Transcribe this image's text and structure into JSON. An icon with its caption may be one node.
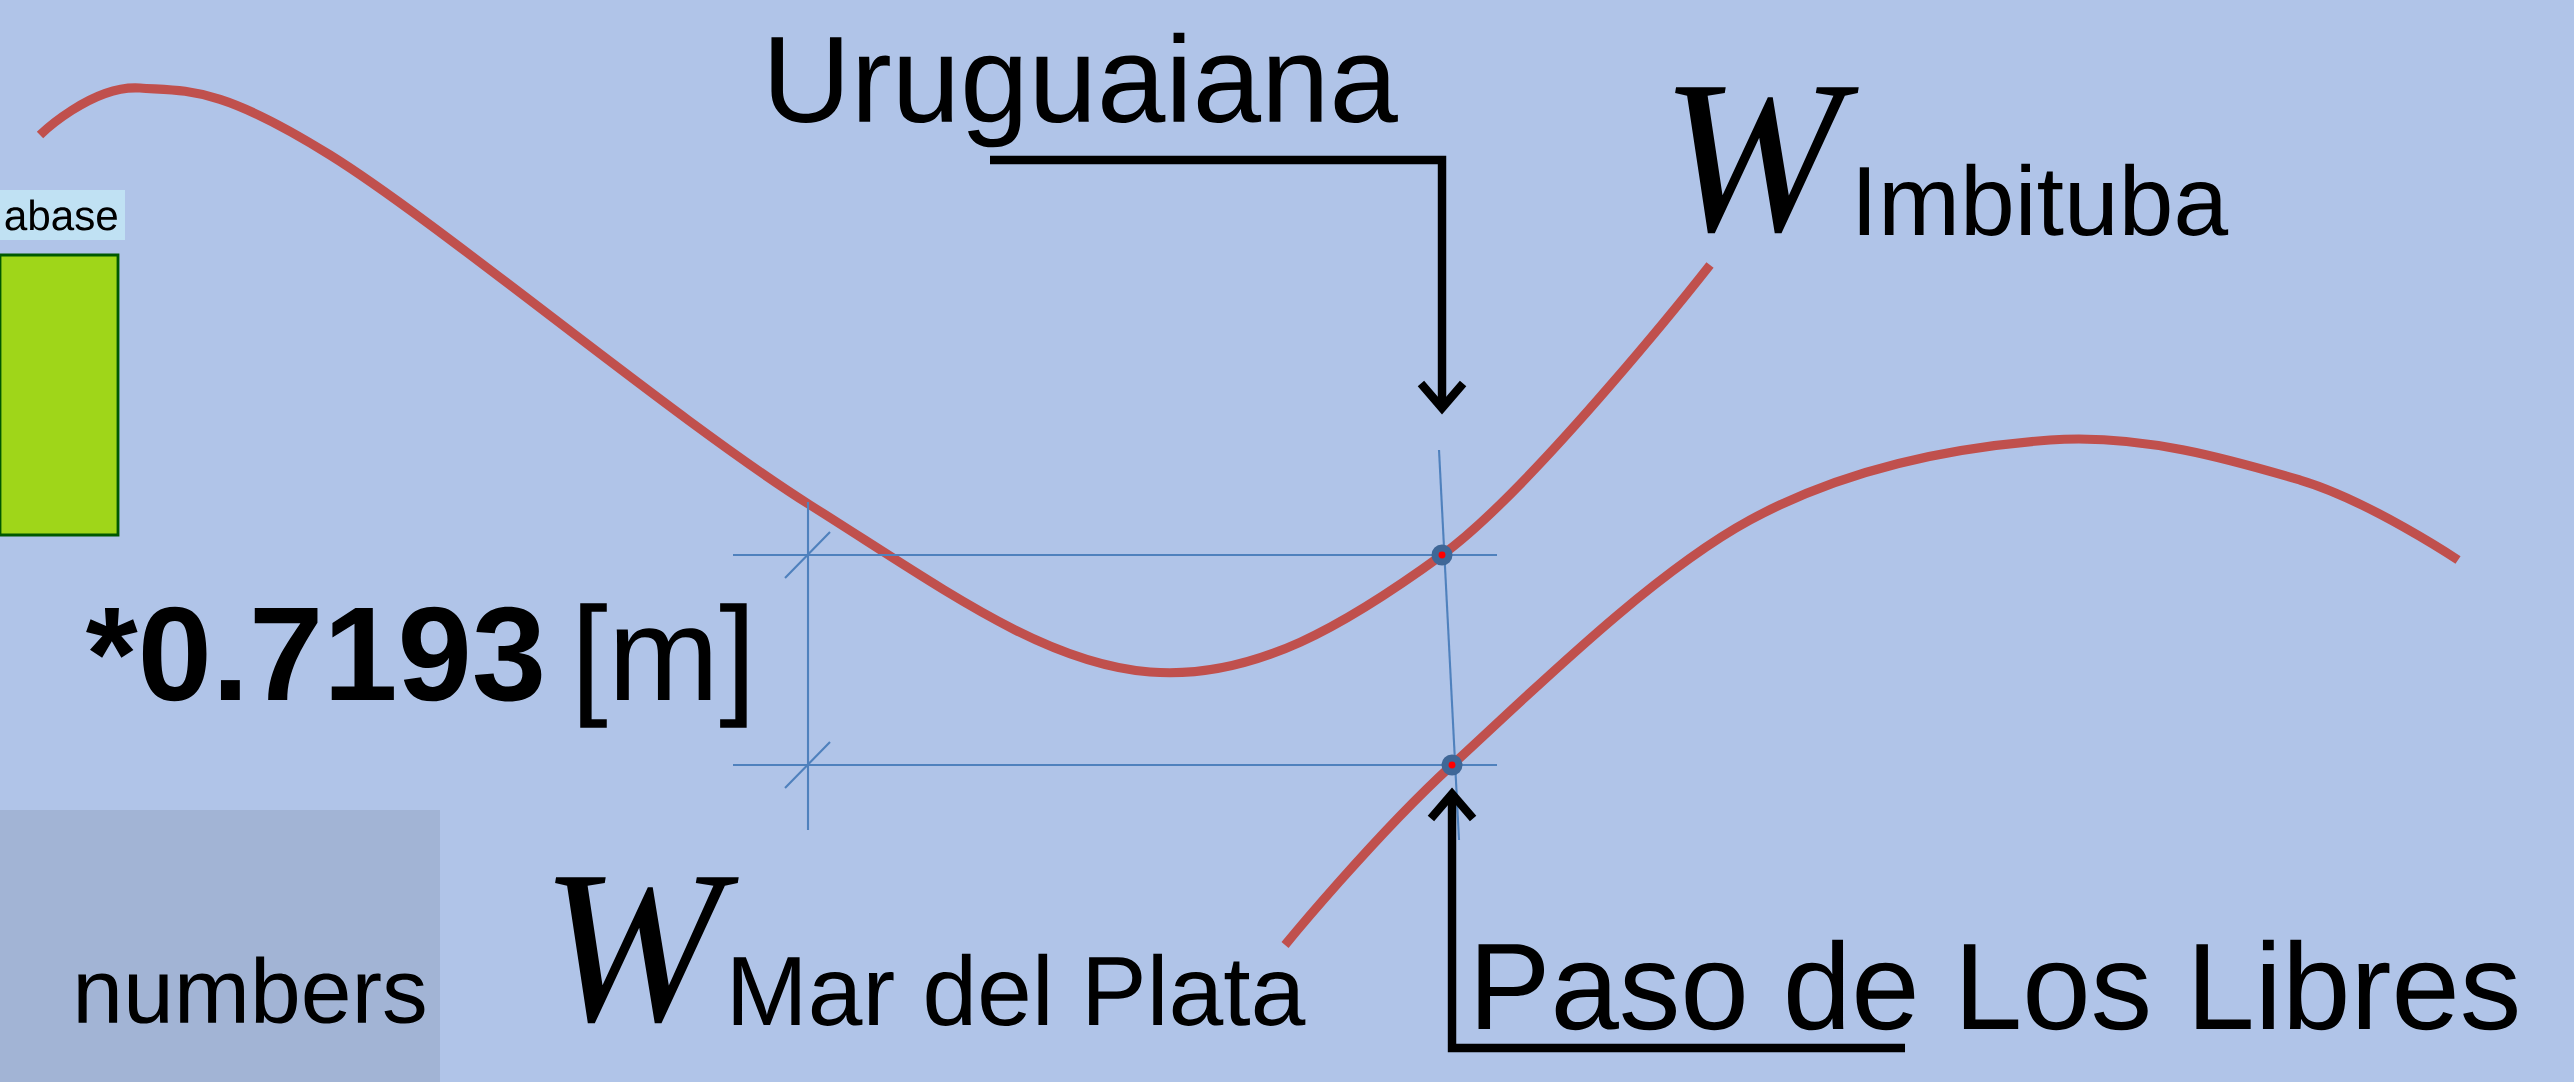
{
  "diagram": {
    "nodes": [
      {
        "text": [
          "Uruguaiana"
        ]
      },
      {
        "text": [],
        "shape": "box",
        "beside": [
          "abase"
        ]
      },
      {
        "text": [],
        "shape": "circle"
      },
      {
        "text": [],
        "shape": "circle"
      },
      {
        "text": [
          "numbers"
        ]
      },
      {
        "text": [
          "Paso de Los Libres"
        ]
      }
    ],
    "edges": [
      {
        "from": 0,
        "to": 2,
        "arrow": "to"
      },
      {
        "from": 5,
        "to": 3,
        "arrow": "to"
      }
    ],
    "labels": [
      "W",
      "Imbituba",
      "*0.7193",
      "[m]",
      "W",
      "Mar del Plata"
    ]
  }
}
